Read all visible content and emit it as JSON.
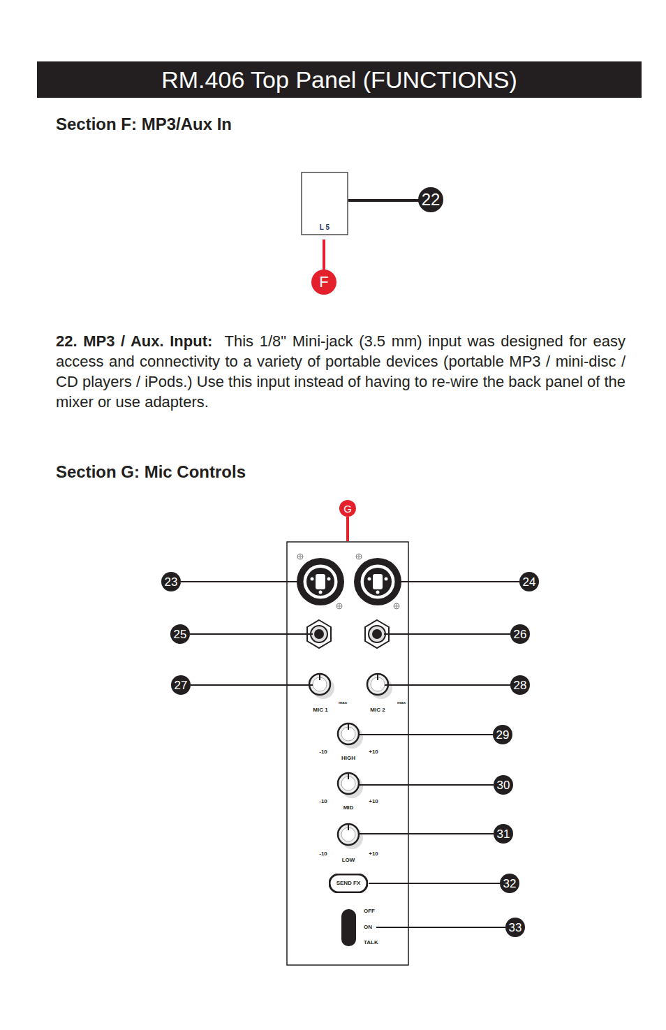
{
  "diagram": {
    "title": "RM.406 Top Panel (FUNCTIONS)",
    "nodes": [
      {
        "text": [
          "22"
        ]
      },
      {
        "text": [
          "L 5"
        ]
      },
      {
        "text": [
          "F"
        ]
      },
      {
        "text": [
          "G"
        ]
      },
      {
        "text": [
          "23"
        ]
      },
      {
        "text": [
          "24"
        ]
      },
      {
        "text": [
          "25"
        ]
      },
      {
        "text": [
          "26"
        ]
      },
      {
        "text": [
          "27"
        ]
      },
      {
        "text": [
          "28"
        ]
      },
      {
        "text": [
          "29"
        ]
      },
      {
        "text": [
          "30"
        ]
      },
      {
        "text": [
          "31"
        ]
      },
      {
        "text": [
          "SEND FX"
        ]
      },
      {
        "text": [
          "32"
        ]
      },
      {
        "text": [
          "33"
        ]
      }
    ],
    "labels": [
      "Section F: MP3/Aux In",
      "22. MP3 / Aux. Input:",
      "This 1/8\" Mini-jack (3.5 mm) input was designed for easy access and connectivity to a variety of portable devices (portable MP3 / mini-disc / CD players / iPods.)  Use this input instead of having to re-wire the back panel of the mixer or use adapters.",
      "Section G: Mic Controls",
      "max",
      "max",
      "MIC 1",
      "MIC 2",
      "-10",
      "+10",
      "HIGH",
      "-10",
      "+10",
      "MID",
      "-10",
      "+10",
      "LOW",
      "OFF",
      "ON",
      "TALK"
    ]
  }
}
